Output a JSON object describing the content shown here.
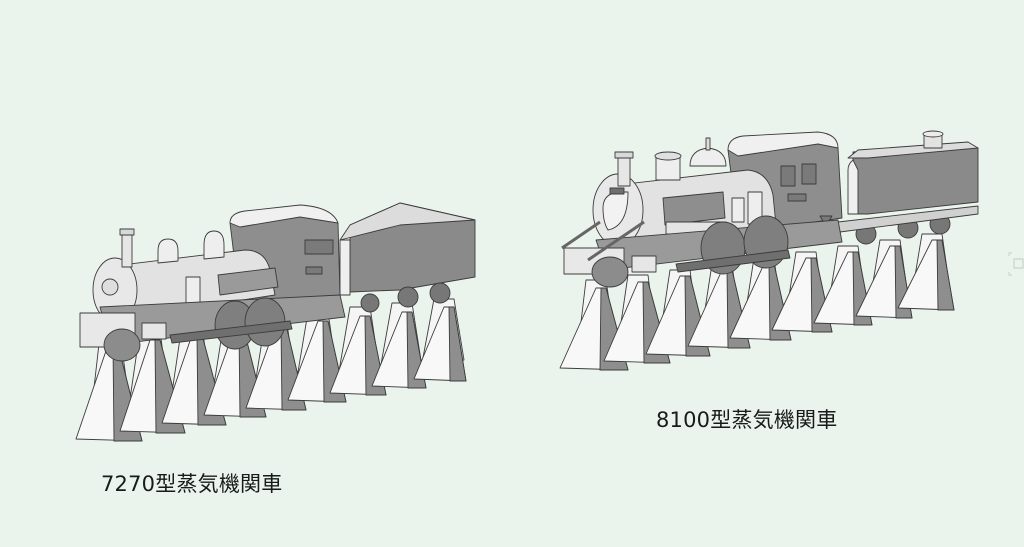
{
  "scene": {
    "background_color": "#eaf4ec",
    "text_color": "#1a1a1a",
    "model_colors": {
      "light_face": "#f7f7f7",
      "mid_face": "#d2d2d2",
      "dark_face": "#8c8c8c",
      "shadow_face": "#6e6e6e",
      "edge": "#3c3c3c"
    }
  },
  "models": [
    {
      "id": "7270",
      "caption": "7270型蒸気機関車",
      "pier_count": 10
    },
    {
      "id": "8100",
      "caption": "8100型蒸気機関車",
      "pier_count": 10
    }
  ],
  "edge_icon": "frame-corner-icon"
}
